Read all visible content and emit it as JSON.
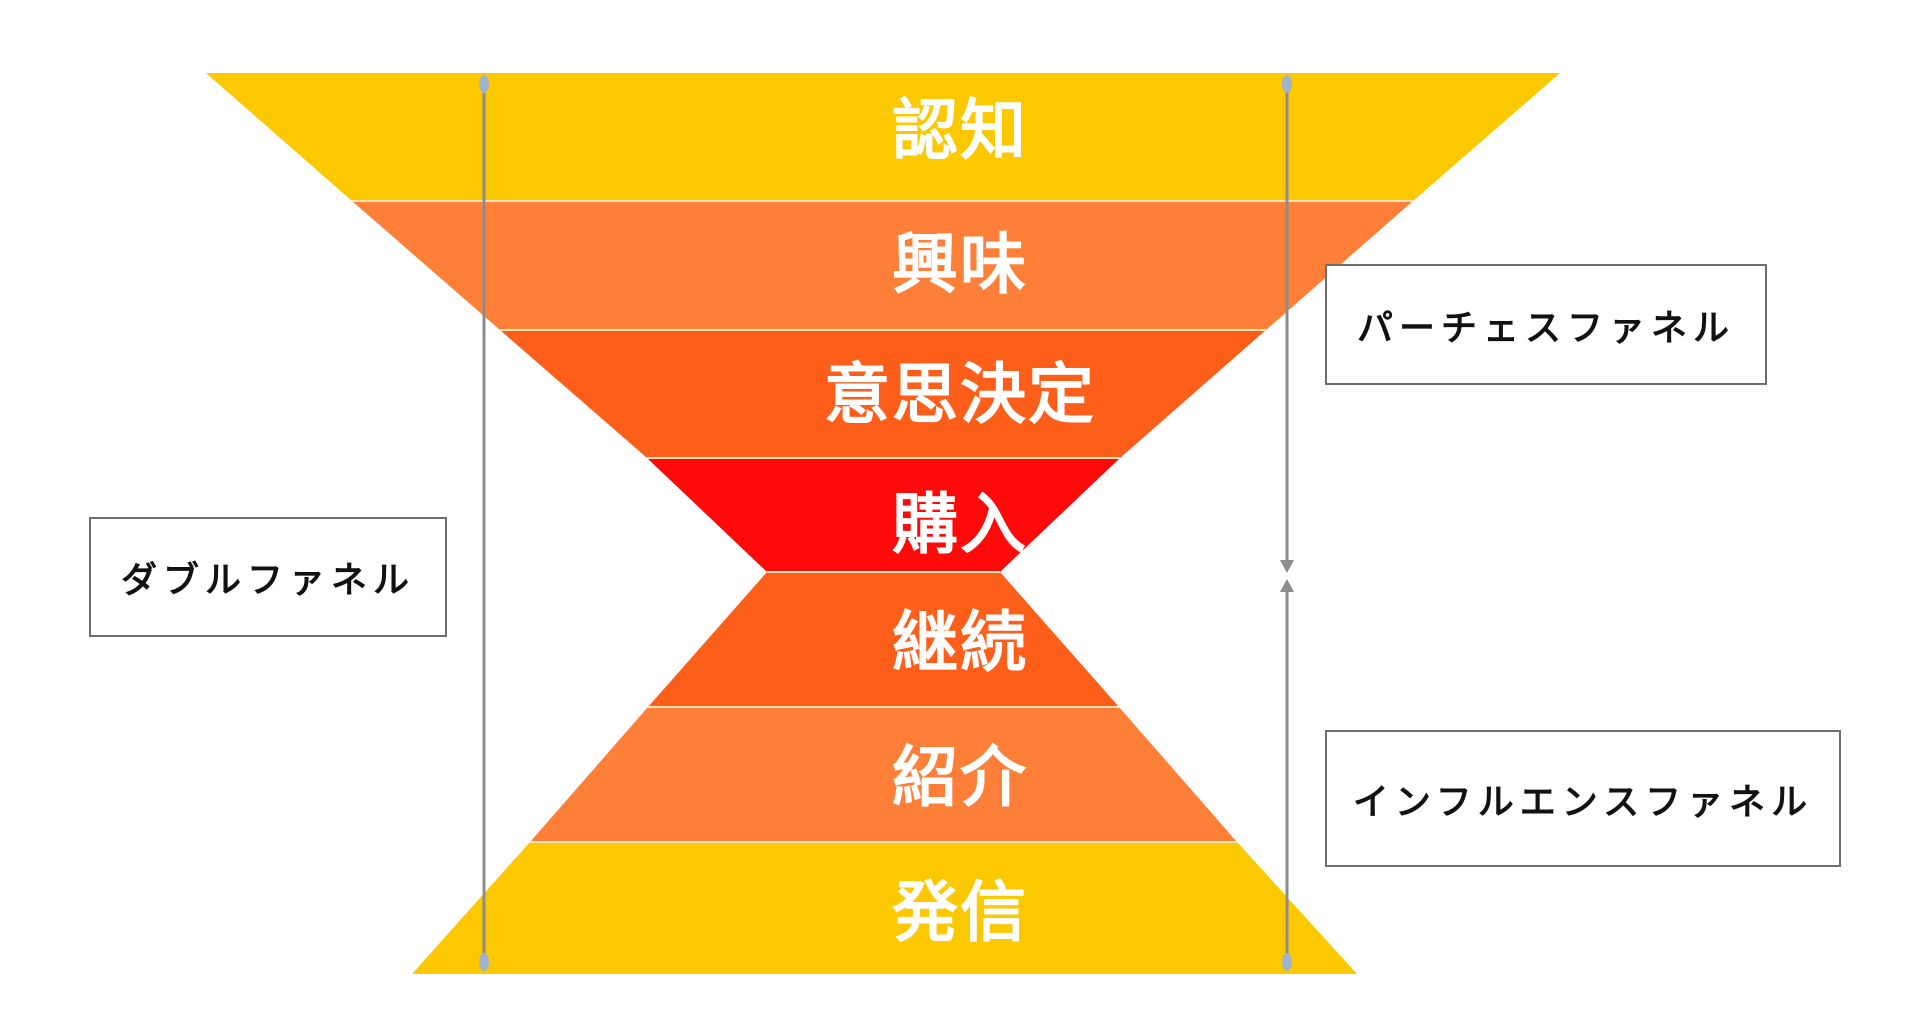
{
  "colors": {
    "yellow": "#FCC800",
    "light_orange": "#FD7F38",
    "deep_orange": "#FD5F1A",
    "red": "#FE0A0A",
    "separator": "#FFE3B8",
    "arrow_line": "#8C8C8C",
    "arrow_cap": "#9DB4CA"
  },
  "funnel": {
    "stages": [
      {
        "label": "認知",
        "color": "yellow"
      },
      {
        "label": "興味",
        "color": "light_orange"
      },
      {
        "label": "意思決定",
        "color": "deep_orange"
      },
      {
        "label": "購入",
        "color": "red"
      },
      {
        "label": "継続",
        "color": "deep_orange"
      },
      {
        "label": "紹介",
        "color": "light_orange"
      },
      {
        "label": "発信",
        "color": "yellow"
      }
    ]
  },
  "labels": {
    "double_funnel": "ダブルファネル",
    "purchase_funnel": "パーチェスファネル",
    "influence_funnel": "インフルエンスファネル"
  }
}
